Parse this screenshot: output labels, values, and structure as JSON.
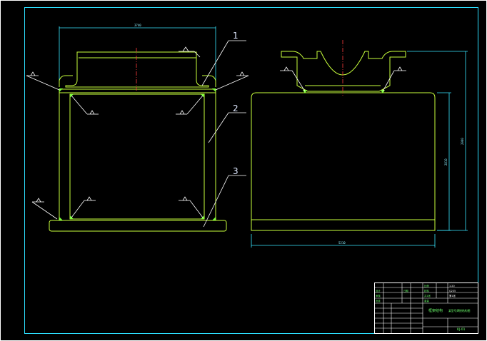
{
  "drawing": {
    "colors": {
      "background": "#000000",
      "frame": "#ffffff",
      "outline": "#c8ff3c",
      "dimension": "#38e6ff",
      "leader": "#ffffff",
      "centerline": "#ff3b3b",
      "weld": "#7dff3a"
    },
    "part_labels": [
      "1",
      "2",
      "3"
    ],
    "dimensions": {
      "front_width": "3740",
      "side_width": "5210",
      "side_height_inner": "2810",
      "side_height_outer": "2960"
    },
    "title_block": {
      "drawing_title": "框架结构",
      "part_name": "某型号焊接结构图",
      "drawing_number": "KJ-01",
      "scale_label": "比例",
      "scale_value": "1:20",
      "material_label": "材料",
      "material_value": "Q235",
      "sheet_label": "共1张",
      "sheet_value": "第1张",
      "weight_label": "重量",
      "designer_label": "设计",
      "checker_label": "审核",
      "approver_label": "批准",
      "date_label": "日期"
    }
  }
}
